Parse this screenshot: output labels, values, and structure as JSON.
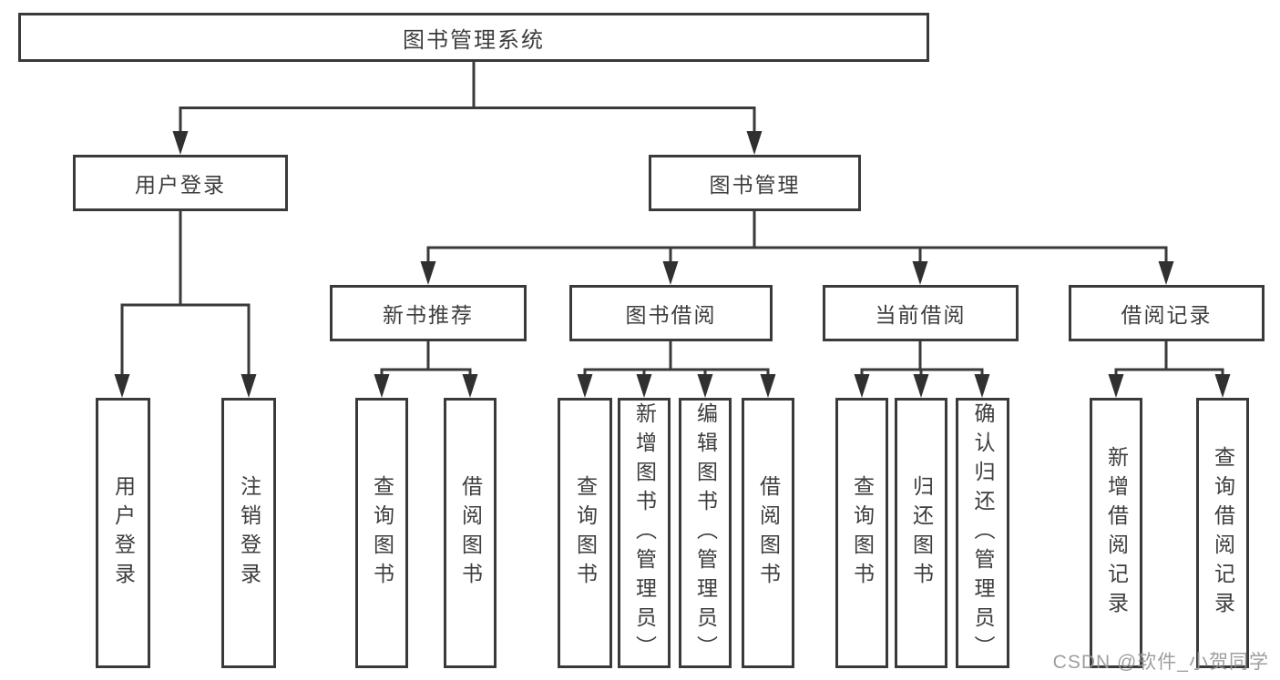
{
  "diagram": {
    "type": "hierarchy-flowchart",
    "colors": {
      "line": "#3a3a3a",
      "box_border": "#3a3a3a",
      "text": "#3d3d3d",
      "background": "#ffffff",
      "watermark": "#969696"
    },
    "tree": {
      "root": {
        "label": "图书管理系统"
      },
      "branches": [
        {
          "label": "用户登录",
          "children": [
            {
              "label": "用户登录"
            },
            {
              "label": "注销登录"
            }
          ]
        },
        {
          "label": "图书管理",
          "children": [
            {
              "label": "新书推荐",
              "children": [
                {
                  "label": "查询图书"
                },
                {
                  "label": "借阅图书"
                }
              ]
            },
            {
              "label": "图书借阅",
              "children": [
                {
                  "label": "查询图书"
                },
                {
                  "label": "新增图书（管理员）"
                },
                {
                  "label": "编辑图书（管理员）"
                },
                {
                  "label": "借阅图书"
                }
              ]
            },
            {
              "label": "当前借阅",
              "children": [
                {
                  "label": "查询图书"
                },
                {
                  "label": "归还图书"
                },
                {
                  "label": "确认归还（管理员）"
                }
              ]
            },
            {
              "label": "借阅记录",
              "children": [
                {
                  "label": "新增借阅记录"
                },
                {
                  "label": "查询借阅记录"
                }
              ]
            }
          ]
        }
      ]
    },
    "watermark": "CSDN @软件_小贺同学"
  }
}
